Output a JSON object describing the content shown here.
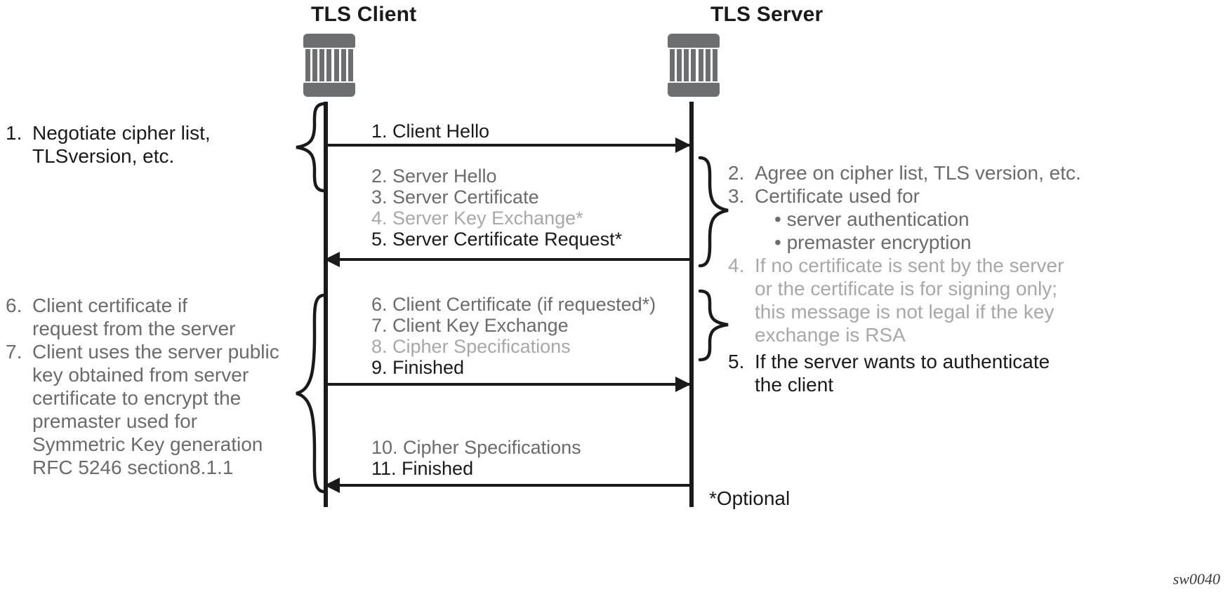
{
  "diagram": {
    "title_client": "TLS Client",
    "title_server": "TLS Server",
    "figure_id": "sw0040",
    "optional_note": "*Optional",
    "colors": {
      "black": "#1a1a1a",
      "gray": "#6b6b6b",
      "light_gray": "#a8a8a8",
      "icon": "#6d6e70",
      "background": "#ffffff"
    }
  },
  "messages": {
    "group1": [
      {
        "label": "1. Client Hello",
        "tone": "black"
      }
    ],
    "group2": [
      {
        "label": "2. Server Hello",
        "tone": "gray"
      },
      {
        "label": "3. Server Certificate",
        "tone": "gray"
      },
      {
        "label": "4. Server Key Exchange*",
        "tone": "light"
      },
      {
        "label": "5. Server Certificate Request*",
        "tone": "black"
      }
    ],
    "group3": [
      {
        "label": "6. Client Certificate (if requested*)",
        "tone": "gray"
      },
      {
        "label": "7. Client Key Exchange",
        "tone": "gray"
      },
      {
        "label": "8. Cipher Specifications",
        "tone": "light"
      },
      {
        "label": "9. Finished",
        "tone": "black"
      }
    ],
    "group4": [
      {
        "label": "10. Cipher Specifications",
        "tone": "gray"
      },
      {
        "label": "11. Finished",
        "tone": "black"
      }
    ]
  },
  "arrows": [
    {
      "name": "client-hello-arrow",
      "direction": "to-right"
    },
    {
      "name": "server-response-arrow",
      "direction": "to-left"
    },
    {
      "name": "client-key-exchange-arrow",
      "direction": "to-right"
    },
    {
      "name": "server-finished-arrow",
      "direction": "to-left"
    }
  ],
  "notes": {
    "left1": [
      {
        "num": "1.",
        "text": "Negotiate cipher list,",
        "tone": "black",
        "kind": "row"
      },
      {
        "text": "TLSversion, etc.",
        "tone": "black",
        "kind": "cont"
      }
    ],
    "left2": [
      {
        "num": "6.",
        "text": "Client certificate if",
        "tone": "gray",
        "kind": "row"
      },
      {
        "text": "request from the server",
        "tone": "gray",
        "kind": "cont"
      },
      {
        "num": "7.",
        "text": "Client uses the server public",
        "tone": "gray",
        "kind": "row"
      },
      {
        "text": "key obtained from server",
        "tone": "gray",
        "kind": "cont"
      },
      {
        "text": "certificate to encrypt the",
        "tone": "gray",
        "kind": "cont"
      },
      {
        "text": "premaster used for",
        "tone": "gray",
        "kind": "cont"
      },
      {
        "text": "Symmetric Key generation",
        "tone": "gray",
        "kind": "cont"
      },
      {
        "text": "RFC 5246 section8.1.1",
        "tone": "gray",
        "kind": "cont"
      }
    ],
    "right1": [
      {
        "num": "2.",
        "text": "Agree on cipher list, TLS version, etc.",
        "tone": "gray",
        "kind": "row"
      },
      {
        "num": "3.",
        "text": "Certificate used for",
        "tone": "gray",
        "kind": "row"
      },
      {
        "text": "• server authentication",
        "tone": "gray",
        "kind": "bullet"
      },
      {
        "text": "• premaster encryption",
        "tone": "gray",
        "kind": "bullet"
      },
      {
        "num": "4.",
        "text": "If no certificate is sent by the server",
        "tone": "light",
        "kind": "row"
      },
      {
        "text": "or the certificate is for signing only;",
        "tone": "light",
        "kind": "cont"
      },
      {
        "text": "this message is not legal if the key",
        "tone": "light",
        "kind": "cont"
      },
      {
        "text": "exchange is RSA",
        "tone": "light",
        "kind": "cont"
      }
    ],
    "right2": [
      {
        "num": "5.",
        "text": "If the server wants to authenticate",
        "tone": "black",
        "kind": "row"
      },
      {
        "text": "the client",
        "tone": "black",
        "kind": "cont"
      }
    ]
  }
}
